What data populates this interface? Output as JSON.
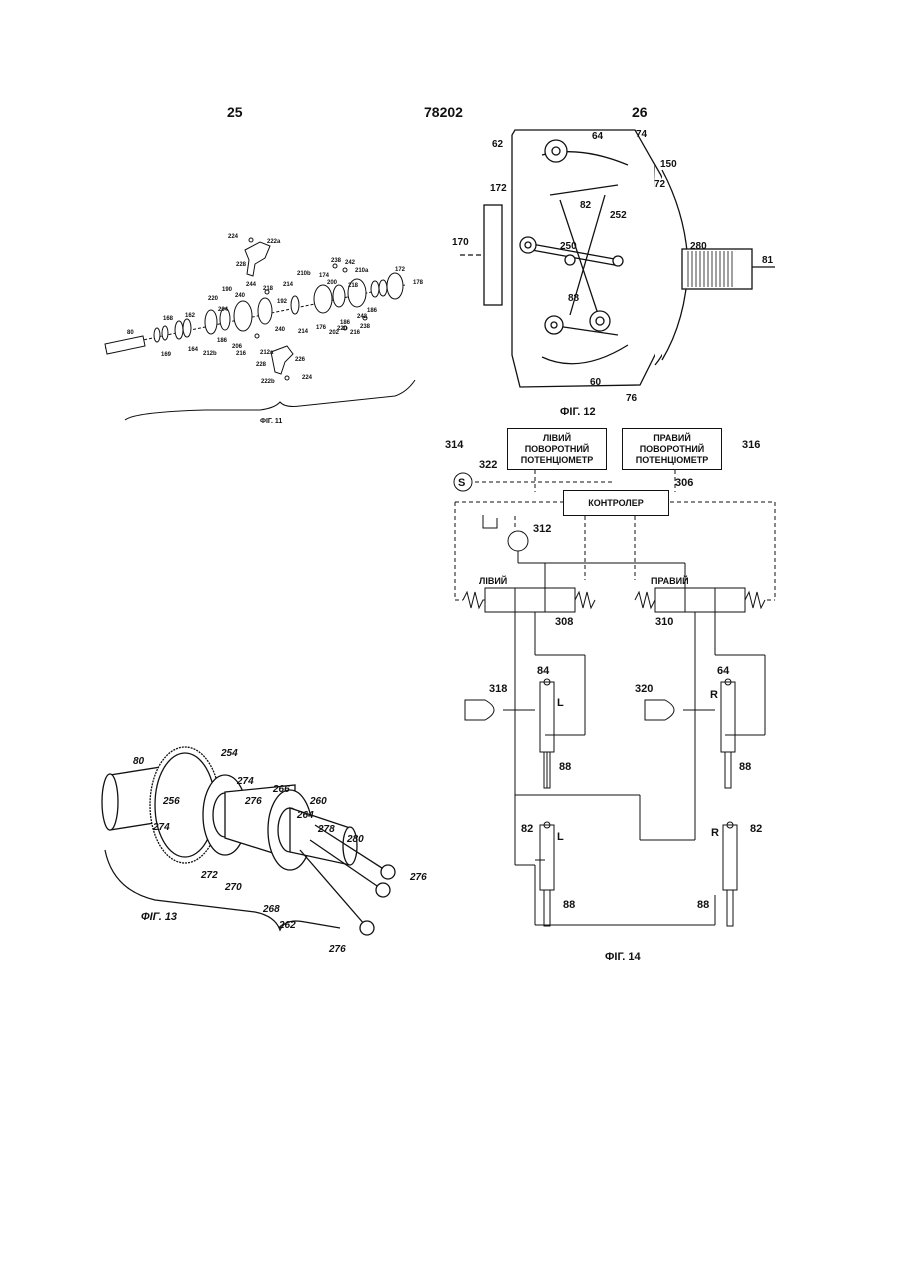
{
  "header": {
    "left_page": "25",
    "patent_number": "78202",
    "right_page": "26"
  },
  "fig11": {
    "caption": "ФІГ. 11",
    "labels": [
      "224",
      "222a",
      "228",
      "80",
      "168",
      "169",
      "162",
      "164",
      "212b",
      "190",
      "220",
      "204",
      "206",
      "186",
      "240",
      "244",
      "218",
      "192",
      "214",
      "216",
      "212a",
      "228",
      "222b",
      "224",
      "226",
      "238",
      "242",
      "210a",
      "172",
      "178",
      "210b",
      "174",
      "200",
      "186",
      "220",
      "238",
      "242",
      "216",
      "186",
      "176",
      "202",
      "218",
      "214",
      "240"
    ]
  },
  "fig12": {
    "caption": "ФІГ. 12",
    "labels": [
      "62",
      "64",
      "74",
      "150",
      "72",
      "172",
      "82",
      "252",
      "170",
      "250",
      "280",
      "81",
      "88",
      "60",
      "76"
    ]
  },
  "fig13": {
    "caption": "ФІГ. 13",
    "labels": [
      "80",
      "254",
      "274",
      "256",
      "276",
      "266",
      "260",
      "264",
      "274",
      "278",
      "280",
      "272",
      "270",
      "268",
      "262",
      "276",
      "276"
    ]
  },
  "fig14": {
    "caption": "ФІГ. 14",
    "left_potentiometer": [
      "ЛІВИЙ",
      "ПОВОРОТНИЙ",
      "ПОТЕНЦІОМЕТР"
    ],
    "right_potentiometer": [
      "ПРАВИЙ",
      "ПОВОРОТНИЙ",
      "ПОТЕНЦІОМЕТР"
    ],
    "controller": "КОНТРОЛЕР",
    "sensor": "S",
    "left_valve": "ЛІВИЙ",
    "right_valve": "ПРАВИЙ",
    "refs": {
      "314": "314",
      "316": "316",
      "322": "322",
      "306": "306",
      "312": "312",
      "308": "308",
      "310": "310",
      "318": "318",
      "320": "320",
      "84": "84",
      "64": "64",
      "82a": "82",
      "82b": "82",
      "88a": "88",
      "88b": "88",
      "88c": "88",
      "88d": "88"
    },
    "cyl_L_top": "L",
    "cyl_R_top": "R",
    "cyl_L_bottom": "L",
    "cyl_R_bottom": "R"
  }
}
